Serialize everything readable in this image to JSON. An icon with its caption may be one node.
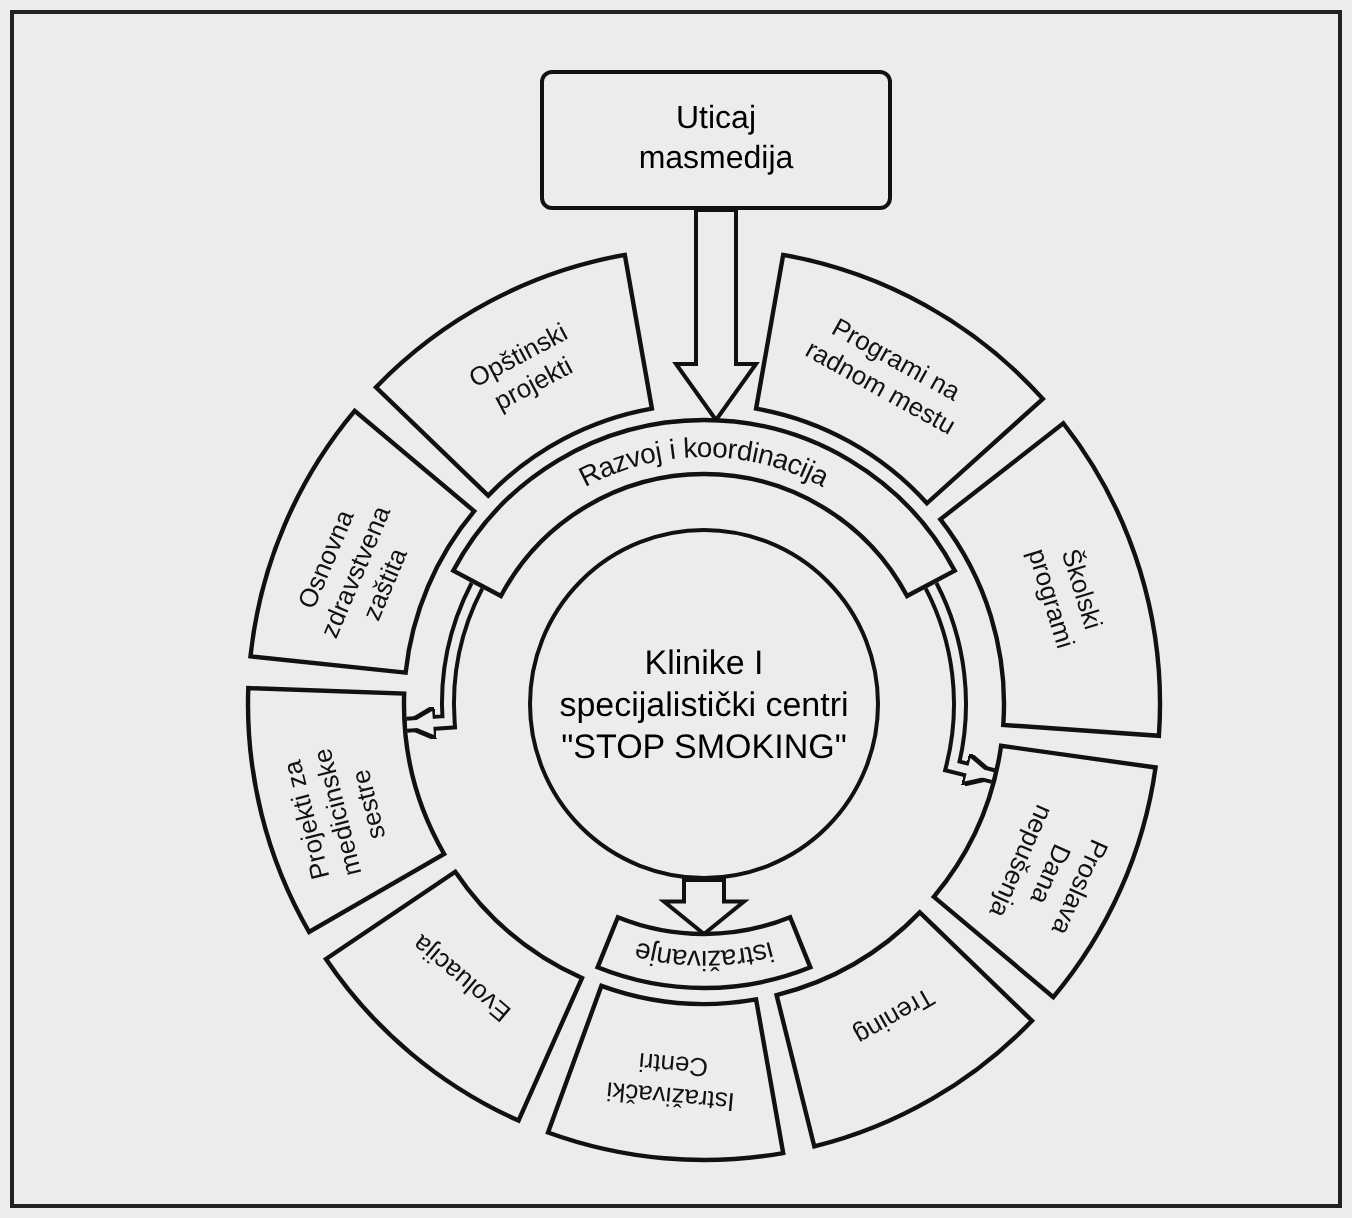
{
  "diagram": {
    "nodes": [
      {
        "text": [
          "Uticaj masmedija"
        ]
      },
      {
        "text": [
          "Opštinski projekti"
        ]
      },
      {
        "text": [
          "Programi na radnom mestu"
        ]
      },
      {
        "text": [
          "Razvoj i koordinacija"
        ]
      },
      {
        "text": [
          "Osnovna zdravstvena zaštita"
        ]
      },
      {
        "text": [
          "Školski programi"
        ]
      },
      {
        "text": [
          "Klinike I specijalistički centri \"STOP SMOKING\""
        ]
      },
      {
        "text": [
          "Projekti za medicinske sestre"
        ]
      },
      {
        "text": [
          "Proslava Dana nepušenja"
        ]
      },
      {
        "text": [
          "Evoluacija"
        ]
      },
      {
        "text": [
          "istraživanje"
        ]
      },
      {
        "text": [
          "Istraživački Centri"
        ]
      },
      {
        "text": [
          "Trening"
        ]
      }
    ],
    "edges": [
      {
        "from": 0,
        "to": 3,
        "arrow": "to"
      },
      {
        "from": 3,
        "to": 7,
        "arrow": "to"
      },
      {
        "from": 3,
        "to": 8,
        "arrow": "to"
      },
      {
        "from": 6,
        "to": 10,
        "arrow": "to"
      }
    ]
  }
}
